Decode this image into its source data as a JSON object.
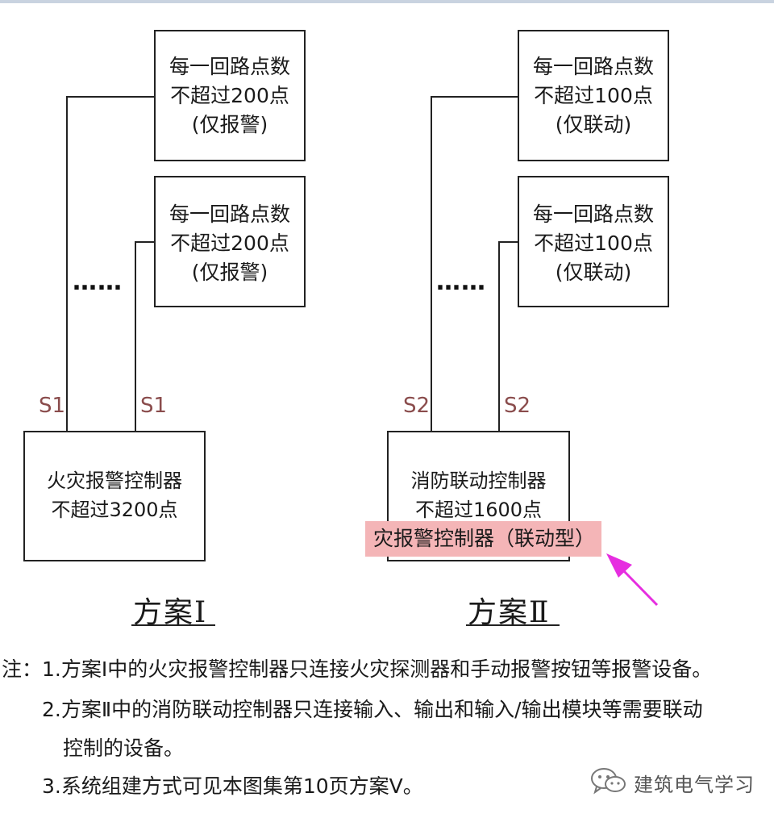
{
  "scheme1": {
    "loop_box_1": [
      "每一回路点数",
      "不超过200点",
      "(仅报警)"
    ],
    "loop_box_2": [
      "每一回路点数",
      "不超过200点",
      "(仅报警)"
    ],
    "dots": "……",
    "bus_label_left": "S1",
    "bus_label_right": "S1",
    "controller": [
      "火灾报警控制器",
      "不超过3200点"
    ],
    "caption": "方案Ⅰ"
  },
  "scheme2": {
    "loop_box_1": [
      "每一回路点数",
      "不超过100点",
      "(仅联动)"
    ],
    "loop_box_2": [
      "每一回路点数",
      "不超过100点",
      "(仅联动)"
    ],
    "dots": "……",
    "bus_label_left": "S2",
    "bus_label_right": "S2",
    "controller": [
      "消防联动控制器",
      "不超过1600点"
    ],
    "highlight": "灾报警控制器（联动型）",
    "caption": "方案Ⅱ"
  },
  "notes": {
    "line1": "注：1.方案Ⅰ中的火灾报警控制器只连接火灾探测器和手动报警按钮等报警设备。",
    "line2": "2.方案Ⅱ中的消防联动控制器只连接输入、输出和输入/输出模块等需要联动",
    "line3": "控制的设备。",
    "line4": "3.系统组建方式可见本图集第10页方案Ⅴ。"
  },
  "watermark": "建筑电气学习",
  "colors": {
    "highlight": "#f4b5b7",
    "arrow": "#e62ee0",
    "bus_label": "#8a4c4c"
  },
  "icons": {
    "wechat": "wechat-icon"
  }
}
